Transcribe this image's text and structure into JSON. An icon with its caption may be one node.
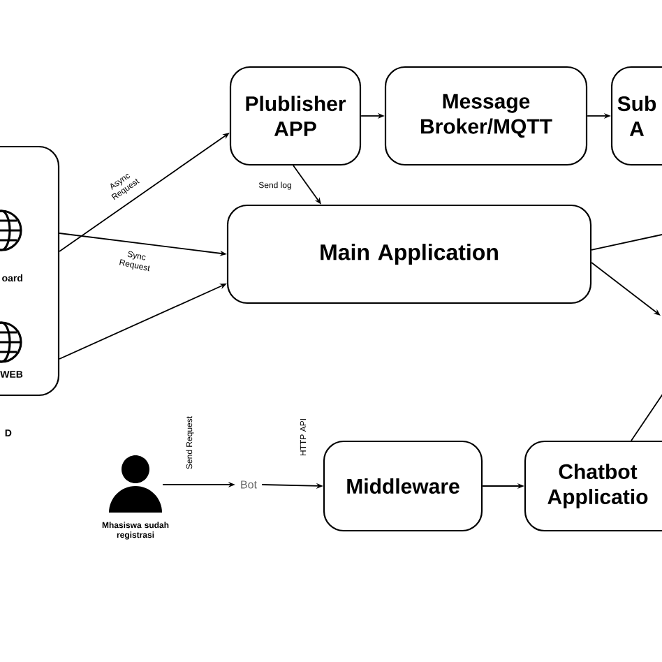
{
  "diagram": {
    "nodes": [
      {
        "text": [
          "oard",
          "WEB"
        ],
        "beside": [
          "D"
        ]
      },
      {
        "text": [
          "Plublisher APP"
        ]
      },
      {
        "text": [
          "Message Broker/MQTT"
        ]
      },
      {
        "text": [
          "Sub A"
        ]
      },
      {
        "text": [
          "Main Application"
        ]
      },
      {
        "text": [],
        "shape": "person",
        "beside": [
          "Mhasiswa sudah registrasi"
        ]
      },
      {
        "text": [
          "Bot"
        ]
      },
      {
        "text": [
          "Middleware"
        ]
      },
      {
        "text": [
          "Chatbot Applicatio"
        ]
      }
    ],
    "edges": [
      {
        "from": 0,
        "to": 1,
        "arrow": "to",
        "label": "Async Request"
      },
      {
        "from": 0,
        "to": 4,
        "arrow": "to",
        "label": "Sync Request"
      },
      {
        "from": 0,
        "to": 4,
        "arrow": "to"
      },
      {
        "from": 1,
        "to": 2,
        "arrow": "to"
      },
      {
        "from": 2,
        "to": 3,
        "arrow": "to"
      },
      {
        "from": 1,
        "to": 4,
        "arrow": "to",
        "label": "Send log"
      },
      {
        "from": 4,
        "to": null,
        "arrow": "none"
      },
      {
        "from": 4,
        "to": null,
        "arrow": "to"
      },
      {
        "from": 8,
        "to": null,
        "arrow": "none"
      },
      {
        "from": 5,
        "to": 6,
        "arrow": "to",
        "label": "Send Request"
      },
      {
        "from": 6,
        "to": 7,
        "arrow": "to",
        "label": "HTTP API"
      },
      {
        "from": 7,
        "to": 8,
        "arrow": "to"
      }
    ]
  }
}
